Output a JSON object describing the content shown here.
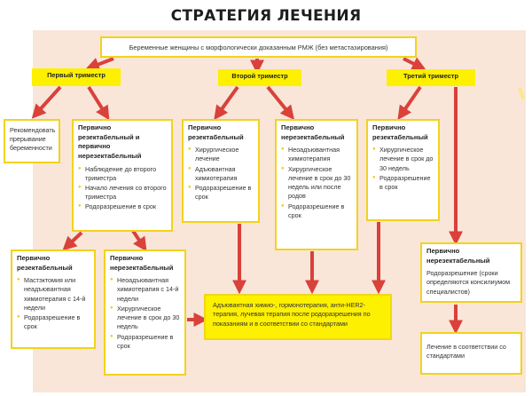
{
  "title": "СТРАТЕГИЯ ЛЕЧЕНИЯ",
  "top_box": "Беременные женщины с морфологически доказанным РМЖ (без метастазирования)",
  "trimesters": {
    "first": "Первый триместр",
    "second": "Второй триместр",
    "third": "Третий триместр"
  },
  "termination_box": "Рекомендовать прерывание беременности",
  "first_combined": {
    "head": "Первично резектабельный и первично нерезектабельный",
    "items": [
      "Наблюдение до второго триместра",
      "Начало лечения со второго триместра",
      "Родоразрешение в срок"
    ]
  },
  "first_resectable": {
    "head": "Первично резектабельный",
    "items": [
      "Мастэктомия или неадъювантная химиотерапия с 14-й недели",
      "Родоразрешение в срок"
    ]
  },
  "first_unresectable": {
    "head": "Первично нерезектабельный",
    "items": [
      "Неоадъювантная химиотерапия с 14-й недели",
      "Хирургическое лечение в срок до 30 недель",
      "Родоразрешение в срок"
    ]
  },
  "second_resectable": {
    "head": "Первично резектабельный",
    "items": [
      "Хирургическое лечение",
      "Адъювантная химиотерапия",
      "Родоразрешение в срок"
    ]
  },
  "second_unresectable": {
    "head": "Первично нерезектабельный",
    "items": [
      "Неоадъювантная химиотерапия",
      "Хирургическое лечение в срок до 30 недель или после родов",
      "Родоразрешение в срок"
    ]
  },
  "third_resectable": {
    "head": "Первично резектабельный",
    "items": [
      "Хирургическое лечение в срок до 30 недель",
      "Родоразрешение в срок"
    ]
  },
  "third_unresectable": {
    "head": "Первично нерезектабельный",
    "text": "Родоразрешение (сроки определяются консилиумом специалистов)"
  },
  "adjuvant_box": "Адъювантная химио-, гормонотерапия, анти-HER2-терапия, лучевая терапия после родоразрешения по показаниям и в соответствии со стандартами",
  "standards_box": "Лечение в соответствии со стандартами",
  "colors": {
    "arrow": "#d9413a",
    "yellow": "#fdf000",
    "border": "#f3d21b",
    "panel": "#f9e6d9"
  }
}
